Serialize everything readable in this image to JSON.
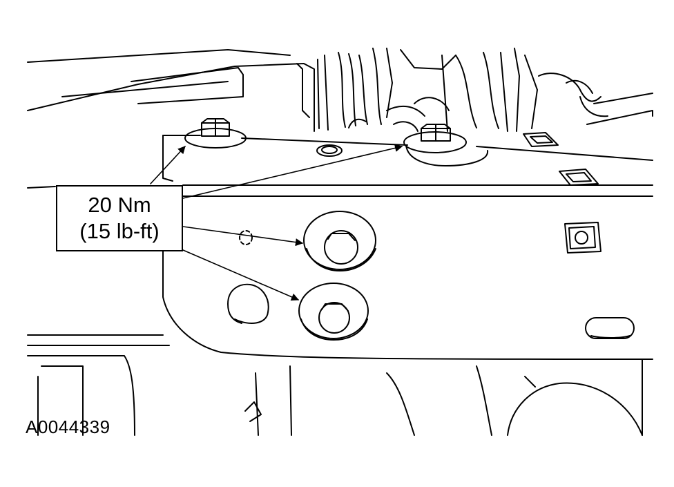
{
  "callout": {
    "line1": "20 Nm",
    "line2": "(15 lb-ft)"
  },
  "figure_id": "A0044339",
  "colors": {
    "ink": "#000000",
    "paper": "#ffffff"
  }
}
